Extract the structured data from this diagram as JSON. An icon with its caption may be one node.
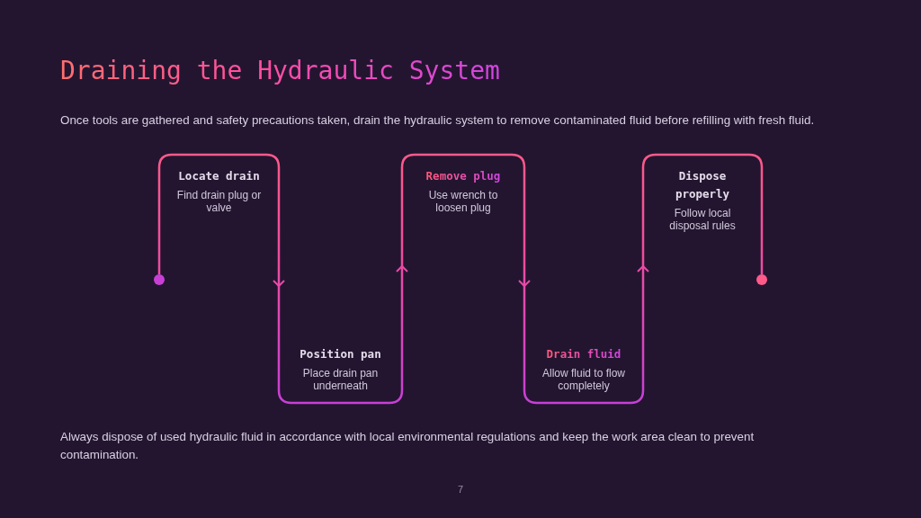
{
  "diagram": {
    "title": "Draining the Hydraulic System",
    "nodes": [
      {
        "text": [],
        "shape": "circle"
      },
      {
        "text": [
          "Locate drain",
          "Find drain plug or valve"
        ]
      },
      {
        "text": [
          "Position pan",
          "Place drain pan underneath"
        ]
      },
      {
        "text": [
          "Remove plug",
          "Use wrench to loosen plug"
        ]
      },
      {
        "text": [
          "Drain fluid",
          "Allow fluid to flow completely"
        ]
      },
      {
        "text": [
          "Dispose properly",
          "Follow local disposal rules"
        ]
      },
      {
        "text": [],
        "shape": "circle"
      }
    ],
    "edges": [
      {
        "from": 0,
        "to": 1,
        "arrow": "none"
      },
      {
        "from": 1,
        "to": 2,
        "arrow": "to"
      },
      {
        "from": 2,
        "to": 3,
        "arrow": "to"
      },
      {
        "from": 3,
        "to": 4,
        "arrow": "to"
      },
      {
        "from": 4,
        "to": 5,
        "arrow": "to"
      },
      {
        "from": 5,
        "to": 6,
        "arrow": "none"
      }
    ],
    "labels": [
      "Once tools are gathered and safety precautions taken, drain the hydraulic system to remove contaminated fluid before refilling with fresh fluid.",
      "Always dispose of used hydraulic fluid in accordance with local environmental regulations and keep the work area clean to prevent contamination.",
      "7"
    ]
  }
}
